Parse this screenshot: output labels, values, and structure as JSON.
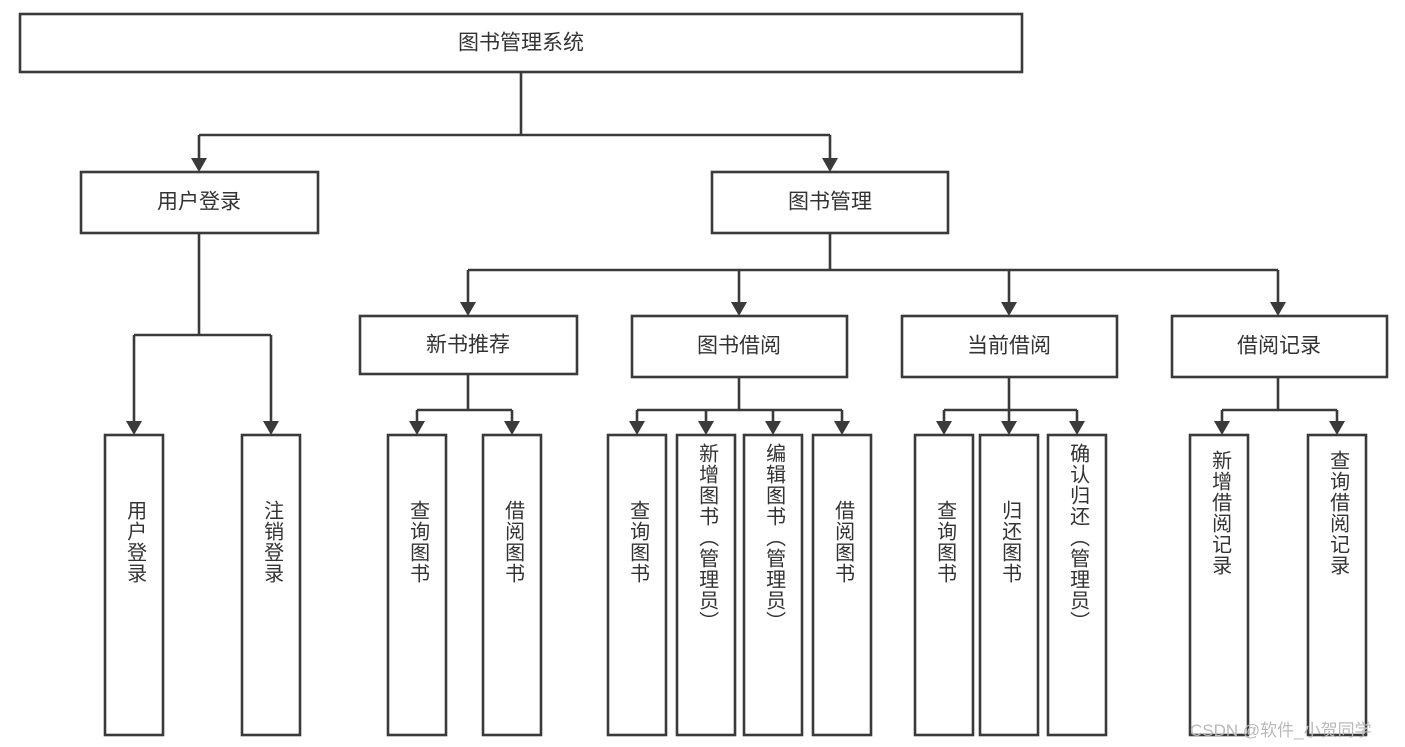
{
  "diagram": {
    "title": "图书管理系统",
    "root": {
      "label": "图书管理系统"
    },
    "level2": [
      {
        "label": "用户登录"
      },
      {
        "label": "图书管理"
      }
    ],
    "level3": [
      {
        "label": "新书推荐"
      },
      {
        "label": "图书借阅"
      },
      {
        "label": "当前借阅"
      },
      {
        "label": "借阅记录"
      }
    ],
    "leaves": {
      "user_login": [
        {
          "label": "用户登录"
        },
        {
          "label": "注销登录"
        }
      ],
      "new_book_recommend": [
        {
          "label": "查询图书"
        },
        {
          "label": "借阅图书"
        }
      ],
      "book_borrow": [
        {
          "label": "查询图书"
        },
        {
          "label": "新增图书（管理员）"
        },
        {
          "label": "编辑图书（管理员）"
        },
        {
          "label": "借阅图书"
        }
      ],
      "current_borrow": [
        {
          "label": "查询图书"
        },
        {
          "label": "归还图书"
        },
        {
          "label": "确认归还（管理员）"
        }
      ],
      "borrow_record": [
        {
          "label": "新增借阅记录"
        },
        {
          "label": "查询借阅记录"
        }
      ]
    }
  },
  "watermark": {
    "text": "CSDN @软件_小贺同学"
  },
  "colors": {
    "box_stroke": "#3a3a3a",
    "box_fill": "#ffffff",
    "text": "#333333",
    "watermark": "#b9b9b9",
    "background": "#ffffff"
  }
}
